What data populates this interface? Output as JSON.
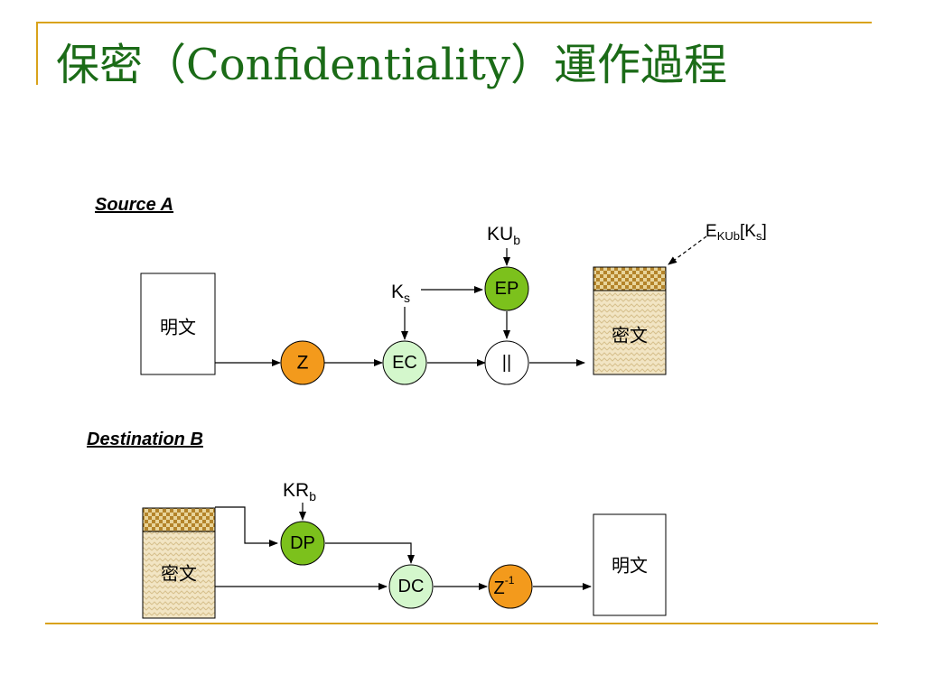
{
  "slide": {
    "title": "保密（Confidentiality）運作過程"
  },
  "source": {
    "label": "Source A",
    "plaintext": "明文",
    "compress": "Z",
    "sym_encrypt": "EC",
    "pub_encrypt": "EP",
    "concat": "||",
    "session_key": "K",
    "session_key_sub": "s",
    "public_key": "KU",
    "public_key_sub": "b",
    "ciphertext": "密文",
    "encrypted_key_e": "E",
    "encrypted_key_sub": "KUb",
    "encrypted_key_rest_open": "[K",
    "encrypted_key_rest_sub": "s",
    "encrypted_key_rest_close": "]"
  },
  "destination": {
    "label": "Destination B",
    "ciphertext": "密文",
    "private_key": "KR",
    "private_key_sub": "b",
    "pub_decrypt": "DP",
    "sym_decrypt": "DC",
    "decompress": "Z",
    "decompress_sup": "-1",
    "plaintext": "明文"
  },
  "colors": {
    "title": "#1b6b17",
    "accent_line": "#d9a21b",
    "compress_node": "#f39a1c",
    "pub_key_node": "#7cc11c",
    "sym_node": "#d4f7cc",
    "cipher_fill": "#f2e5c4",
    "checker_dark": "#b4842a",
    "checker_light": "#e8d49a"
  }
}
